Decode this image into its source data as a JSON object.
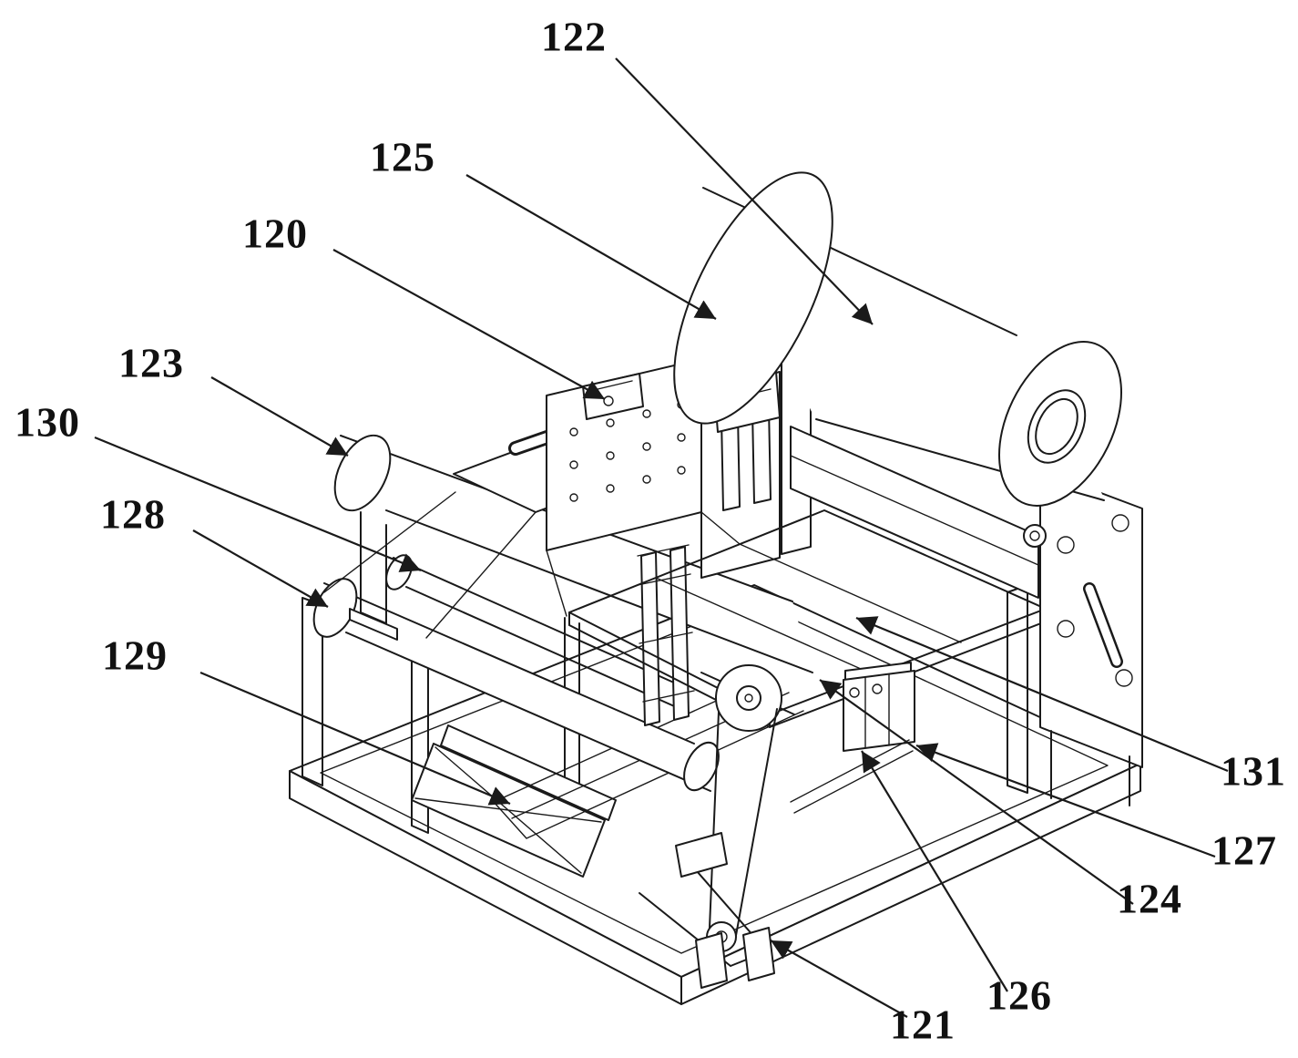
{
  "figure": {
    "background_color": "#ffffff",
    "ink_color": "#1a1a1a",
    "reference_labels": {
      "l120": "120",
      "l121": "121",
      "l122": "122",
      "l123": "123",
      "l124": "124",
      "l125": "125",
      "l126": "126",
      "l127": "127",
      "l128": "128",
      "l129": "129",
      "l130": "130",
      "l131": "131"
    }
  }
}
